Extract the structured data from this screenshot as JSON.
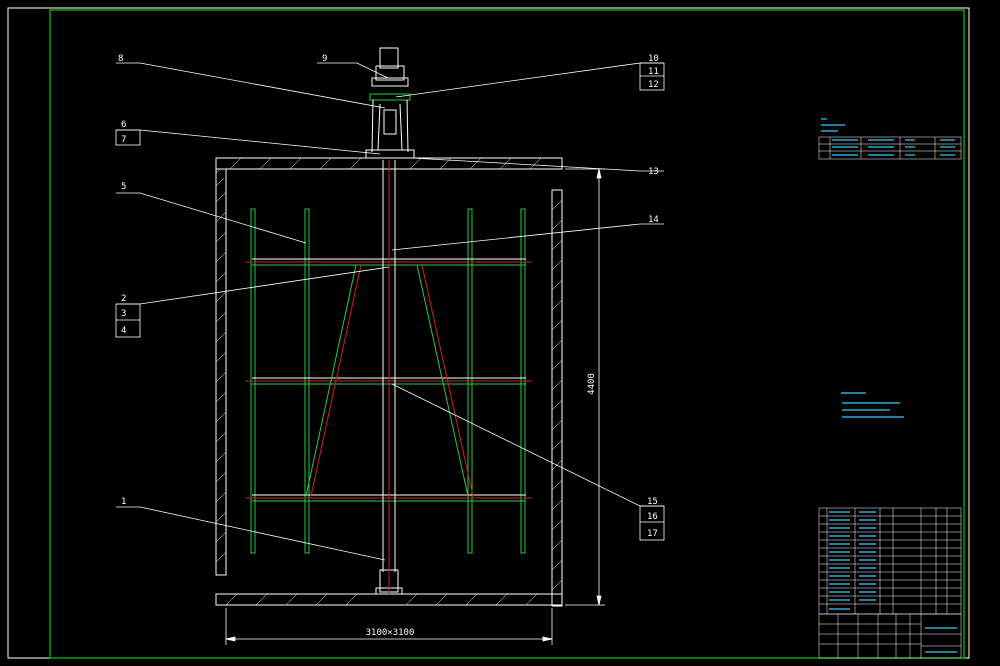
{
  "colors": {
    "background": "#000000",
    "frame": "#00cc00",
    "white": "#ffffff",
    "green": "#22cc44",
    "red": "#cc2222",
    "cyan": "#33ccff",
    "tableLine": "#ffffff"
  },
  "callouts": {
    "c1": "1",
    "c2": "2",
    "c3": "3",
    "c4": "4",
    "c5": "5",
    "c6": "6",
    "c7": "7",
    "c8": "8",
    "c9": "9",
    "c10": "10",
    "c11": "11",
    "c12": "12",
    "c13": "13",
    "c14": "14",
    "c15": "15",
    "c16": "16",
    "c17": "17"
  },
  "dimensions": {
    "height": "4400",
    "width": "3100×3100"
  }
}
